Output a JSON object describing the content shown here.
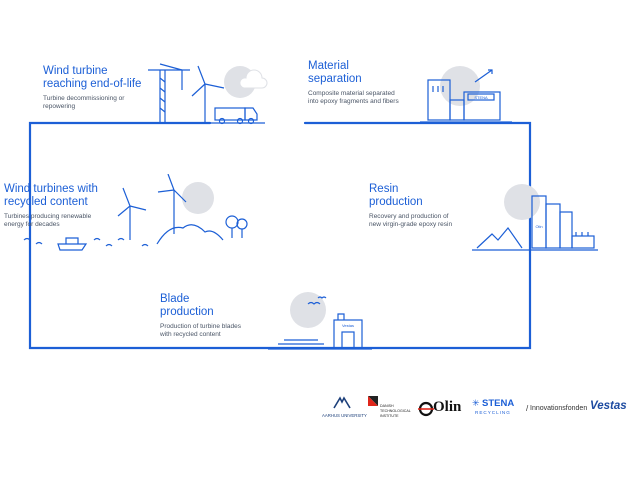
{
  "stages": [
    {
      "title_lines": [
        "Wind turbine",
        "reaching end-of-life"
      ],
      "desc_lines": [
        "Turbine decommissioning or",
        "repowering"
      ]
    },
    {
      "title_lines": [
        "Material",
        "separation"
      ],
      "desc_lines": [
        "Composite material separated",
        "into epoxy fragments and fibers"
      ]
    },
    {
      "title_lines": [
        "Resin",
        "production"
      ],
      "desc_lines": [
        "Recovery and production of",
        "new virgin-grade epoxy resin"
      ]
    },
    {
      "title_lines": [
        "Blade",
        "production"
      ],
      "desc_lines": [
        "Production of turbine blades",
        "with recycled content"
      ]
    },
    {
      "title_lines": [
        "Wind turbines with",
        "recycled content"
      ],
      "desc_lines": [
        "Turbines producing renewable",
        "energy for decades"
      ]
    }
  ],
  "logos": {
    "aarhus": "AARHUS UNIVERSITY",
    "dti_lines": [
      "DANISH",
      "TECHNOLOGICAL",
      "INSTITUTE"
    ],
    "olin": "Olin",
    "stena_main": "STENA",
    "stena_sub": "RECYCLING",
    "innovationsfonden": "Innovationsfonden",
    "vestas": "Vestas"
  },
  "colors": {
    "accent": "#1c5fd6",
    "gray": "#dfe1e6",
    "dti_red": "#e0261b"
  }
}
